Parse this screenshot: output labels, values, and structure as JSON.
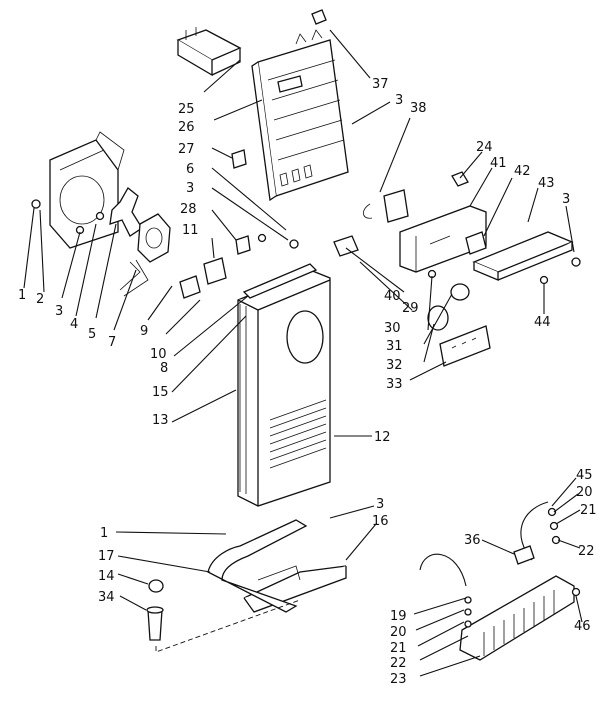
{
  "labels": {
    "l1a": "1",
    "l2": "2",
    "l3a": "3",
    "l4": "4",
    "l5": "5",
    "l7": "7",
    "l9": "9",
    "l10": "10",
    "l8": "8",
    "l15": "15",
    "l13": "13",
    "l11": "11",
    "l28": "28",
    "l3b": "3",
    "l6": "6",
    "l27": "27",
    "l25": "25",
    "l26": "26",
    "l37": "37",
    "l3c": "3",
    "l38": "38",
    "l24": "24",
    "l41": "41",
    "l42": "42",
    "l43": "43",
    "l3d": "3",
    "l40": "40",
    "l29": "29",
    "l30": "30",
    "l31": "31",
    "l32": "32",
    "l33": "33",
    "l44": "44",
    "l12": "12",
    "l1b": "1",
    "l17": "17",
    "l14": "14",
    "l34": "34",
    "l3e": "3",
    "l16": "16",
    "l45": "45",
    "l20a": "20",
    "l21a": "21",
    "l22a": "22",
    "l36": "36",
    "l19": "19",
    "l20b": "20",
    "l21b": "21",
    "l22b": "22",
    "l23": "23",
    "l46": "46"
  }
}
